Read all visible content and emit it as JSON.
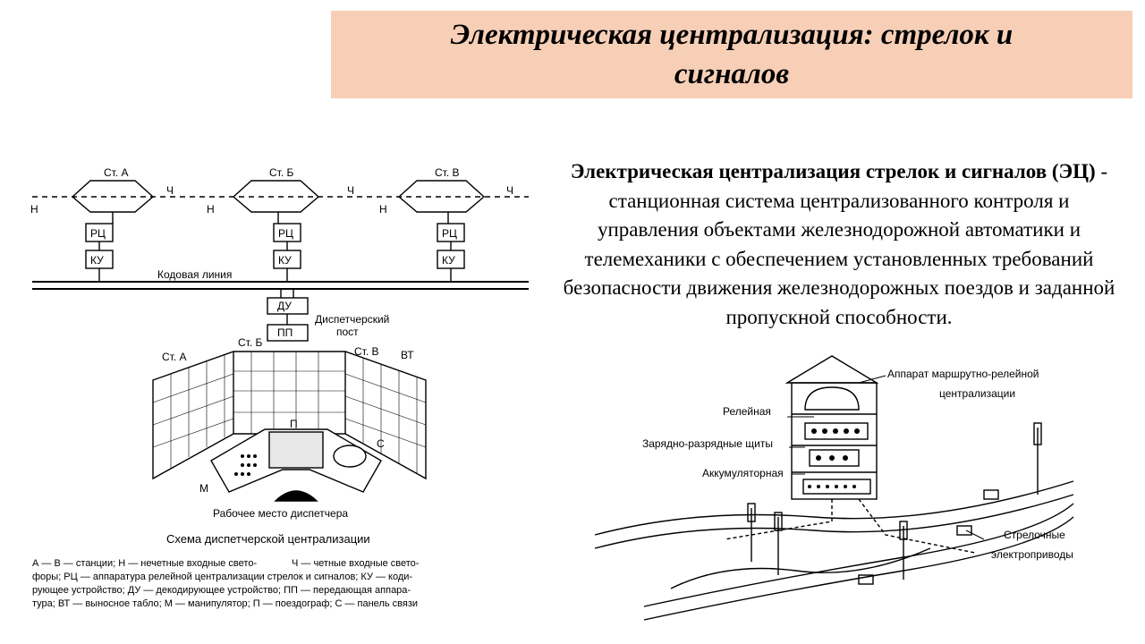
{
  "title": "Электрическая централизация: стрелок и сигналов",
  "description": {
    "term": "Электрическая централизация стрелок и сигналов (ЭЦ)",
    "text": " - станционная система централизованного контроля и управления объектами железнодорожной автоматики и телемеханики с обеспечением установленных требований безопасности движения железнодорожных поездов и заданной пропускной способности."
  },
  "left_diagram": {
    "stations": [
      "Ст. А",
      "Ст. Б",
      "Ст. В"
    ],
    "label_N": "Н",
    "label_Ch": "Ч",
    "label_RC": "РЦ",
    "label_KU": "КУ",
    "code_line": "Кодовая линия",
    "label_DU": "ДУ",
    "label_PP": "ПП",
    "dispatch_post": [
      "Диспетчерский",
      "пост"
    ],
    "board_stations": [
      "Ст. А",
      "Ст. Б",
      "Ст. В"
    ],
    "label_VT": "ВТ",
    "label_P": "П",
    "label_S": "С",
    "label_M": "М",
    "workplace": "Рабочее место диспетчера",
    "caption": "Схема диспетчерской централизации",
    "legend": [
      "А — В — станции; Н — нечетные входные свето-",
      "форы; РЦ — аппаратура релейной централизации стрелок и сигналов; КУ — коди-",
      "рующее устройство; ДУ — декодирующее устройство; ПП — передающая аппара-",
      "тура; ВТ — выносное табло; М — манипулятор; П — поездограф; С — панель связи"
    ],
    "legend_right": "Ч — четные входные свето-"
  },
  "right_diagram": {
    "label_apparatus": [
      "Аппарат маршрутно-релейной",
      "централизации"
    ],
    "label_relay": "Релейная",
    "label_charge": "Зарядно-разрядные щиты",
    "label_battery": "Аккумуляторная",
    "label_drives": [
      "Стрелочные",
      "электроприводы"
    ]
  }
}
